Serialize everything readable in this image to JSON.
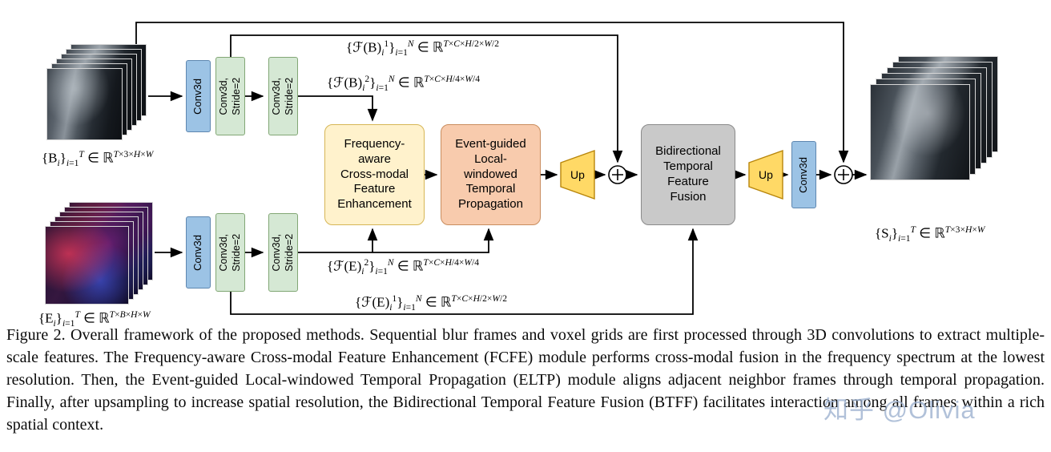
{
  "colors": {
    "blue-fill": "#9cc3e5",
    "blue-border": "#5e87b0",
    "green-fill": "#d5e8d4",
    "green-border": "#82a775",
    "yellow-fill": "#fff2cc",
    "yellow-border": "#d6b656",
    "orange-fill": "#f8cbad",
    "orange-border": "#c98d5e",
    "gray-fill": "#c9c9c9",
    "gray-border": "#8a8a8a",
    "gold-fill": "#ffd966",
    "gold-border": "#b8860b",
    "watermark": "rgba(158,178,208,0.8)"
  },
  "diagram": {
    "io": {
      "blur_input_html": "{B<sub><i>i</i></sub>}<sub><i>i</i>=1</sub><sup><i>T</i></sup> ∈ ℝ<sup><i>T</i>×3×<i>H</i>×<i>W</i></sup>",
      "event_input_html": "{E<sub><i>i</i></sub>}<sub><i>i</i>=1</sub><sup><i>T</i></sup> ∈ ℝ<sup><i>T</i>×<i>B</i>×<i>H</i>×<i>W</i></sup>",
      "output_html": "{S<sub><i>i</i></sub>}<sub><i>i</i>=1</sub><sup><i>T</i></sup> ∈ ℝ<sup><i>T</i>×3×<i>H</i>×<i>W</i></sup>"
    },
    "features": {
      "fb1_html": "{ℱ(B)<sub><i>i</i></sub><sup>1</sup>}<sub><i>i</i>=1</sub><sup><i>N</i></sup> ∈ ℝ<sup><i>T</i>×<i>C</i>×<i>H</i>/2×<i>W</i>/2</sup>",
      "fb2_html": "{ℱ(B)<sub><i>i</i></sub><sup>2</sup>}<sub><i>i</i>=1</sub><sup><i>N</i></sup> ∈ ℝ<sup><i>T</i>×<i>C</i>×<i>H</i>/4×<i>W</i>/4</sup>",
      "fe2_html": "{ℱ(E)<sub><i>i</i></sub><sup>2</sup>}<sub><i>i</i>=1</sub><sup><i>N</i></sup> ∈ ℝ<sup><i>T</i>×<i>C</i>×<i>H</i>/4×<i>W</i>/4</sup>",
      "fe1_html": "{ℱ(E)<sub><i>i</i></sub><sup>1</sup>}<sub><i>i</i>=1</sub><sup><i>N</i></sup> ∈ ℝ<sup><i>T</i>×<i>C</i>×<i>H</i>/2×<i>W</i>/2</sup>"
    },
    "blocks": {
      "conv3d": "Conv3d",
      "conv3d_stride": "Conv3d,\nStride=2",
      "fcfe": "Frequency-\naware\nCross-modal\nFeature\nEnhancement",
      "eltp": "Event-guided\nLocal-\nwindowed\nTemporal\nPropagation",
      "btff": "Bidirectional\nTemporal\nFeature\nFusion",
      "up": "Up"
    }
  },
  "caption": "Figure 2. Overall framework of the proposed methods. Sequential blur frames and voxel grids are first processed through 3D convolutions to extract multiple-scale features. The Frequency-aware Cross-modal Feature Enhancement (FCFE) module performs cross-modal fusion in the frequency spectrum at the lowest resolution. Then, the Event-guided Local-windowed Temporal Propagation (ELTP) module aligns adjacent neighbor frames through temporal propagation. Finally, after upsampling to increase spatial resolution, the Bidirectional Temporal Feature Fusion (BTFF) facilitates interaction among all frames within a rich spatial context.",
  "watermark": "知乎 @Olivia"
}
